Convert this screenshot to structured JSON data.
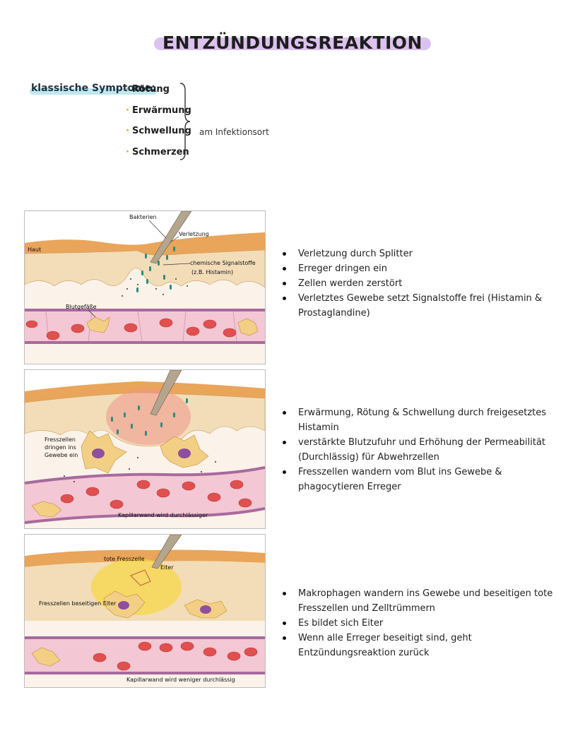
{
  "title": "ENTZÜNDUNGSREAKTION",
  "symptoms": {
    "heading": "klassische Symptome:",
    "items": [
      "Rötung",
      "Erwärmung",
      "Schwellung",
      "Schmerzen"
    ],
    "note": "am Infektionsort"
  },
  "colors": {
    "title_highlight": "#dcc2ef",
    "heading_highlight": "#bfe7ef",
    "bullet_dot": "#e2a33a",
    "skin": "#f2ddb8",
    "vessel": "#f3c7d4",
    "blood_cell": "#e0504f",
    "phagocyte": "#f3cf85",
    "inflammation": "#f0958a",
    "pus": "#f7d64a"
  },
  "panels": [
    {
      "labels": {
        "bacteria": "Bakterien",
        "injury": "Verletzung",
        "skin": "Haut",
        "signals": "chemische Signalstoffe",
        "signals_example": "(z.B. Histamin)",
        "vessels": "Blutgefäße"
      },
      "bullets": [
        "Verletzung durch Splitter",
        "Erreger dringen ein",
        "Zellen werden zerstört",
        "Verletztes Gewebe setzt Signalstoffe frei (Histamin &  Prostaglandine)"
      ]
    },
    {
      "labels": {
        "phagocytes_l1": "Fresszellen",
        "phagocytes_l2": "dringen ins",
        "phagocytes_l3": "Gewebe ein",
        "capillary": "Kapillarwand wird durchlässiger"
      },
      "bullets": [
        "Erwärmung, Rötung & Schwellung durch freigesetztes Histamin",
        "verstärkte Blutzufuhr und Erhöhung der Permeabilität (Durchlässig) für Abwehrzellen",
        "Fresszellen wandern vom Blut ins Gewebe & phagocytieren Erreger"
      ]
    },
    {
      "labels": {
        "dead_phagocyte": "tote Fresszelle",
        "pus": "Eiter",
        "phagocytes_pus": "Fresszellen beseitigen Eiter",
        "capillary": "Kapillarwand wird weniger durchlässig"
      },
      "bullets": [
        "Makrophagen wandern ins Gewebe und beseitigen tote Fresszellen und Zelltrümmern",
        "Es bildet sich Eiter",
        "Wenn alle Erreger beseitigt sind, geht Entzündungsreaktion zurück"
      ]
    }
  ]
}
